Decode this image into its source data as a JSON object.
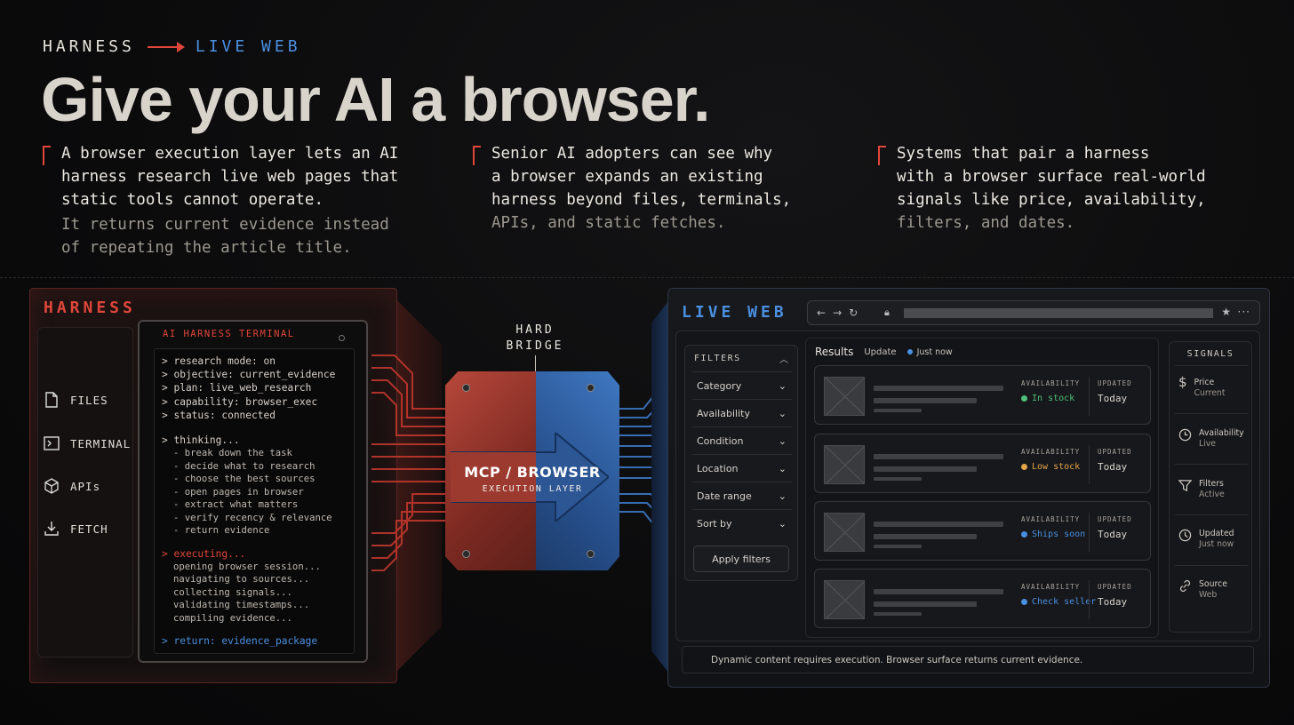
{
  "header": {
    "kicker_from": "HARNESS",
    "kicker_to": "LIVE WEB",
    "title": "Give your AI a browser."
  },
  "columns": [
    {
      "lines": [
        "A browser execution layer lets an AI",
        "harness research live web pages that",
        "static tools cannot operate."
      ],
      "muted": [
        "It returns current evidence instead",
        "of repeating the article title."
      ]
    },
    {
      "lines": [
        "Senior AI adopters can see why",
        "a browser expands an existing",
        "harness beyond files, terminals,"
      ],
      "muted": [
        "APIs, and static fetches."
      ]
    },
    {
      "lines": [
        "Systems that pair a harness",
        "with a browser surface real-world",
        "signals like price, availability,"
      ],
      "muted": [
        "filters, and dates."
      ]
    }
  ],
  "harness": {
    "title": "HARNESS",
    "sidebar": [
      {
        "label": "FILES",
        "icon": "file-icon"
      },
      {
        "label": "TERMINAL",
        "icon": "terminal-icon"
      },
      {
        "label": "APIs",
        "icon": "cube-icon"
      },
      {
        "label": "FETCH",
        "icon": "download-icon"
      }
    ],
    "terminal": {
      "title": "AI  HARNESS TERMINAL",
      "config": [
        "> research mode: on",
        "> objective: current_evidence",
        "> plan: live_web_research",
        "> capability: browser_exec",
        "> status: connected"
      ],
      "thinking": "> thinking...",
      "steps": [
        "- break down the task",
        "- decide what to research",
        "- choose the best sources",
        "- open pages in browser",
        "- extract what matters",
        "- verify recency & relevance",
        "- return evidence"
      ],
      "executing": "> executing...",
      "exec_steps": [
        "opening browser session...",
        "navigating to sources...",
        "collecting signals...",
        "validating timestamps...",
        "compiling evidence..."
      ],
      "return": "> return: evidence_package"
    }
  },
  "bridge": {
    "label_line1": "HARD",
    "label_line2": "BRIDGE",
    "main": "MCP / BROWSER",
    "sub": "EXECUTION LAYER"
  },
  "web": {
    "title": "LIVE WEB",
    "nav_icons": [
      "back-icon",
      "forward-icon",
      "reload-icon",
      "lock-icon",
      "star-icon",
      "more-icon"
    ],
    "filters": {
      "title": "FILTERS",
      "rows": [
        "Category",
        "Availability",
        "Condition",
        "Location",
        "Date range",
        "Sort by"
      ],
      "apply": "Apply filters"
    },
    "results": {
      "title": "Results",
      "update": "Update",
      "just_now": "Just now",
      "cards": [
        {
          "availability_label": "AVAILABILITY",
          "status": "In stock",
          "status_color": "#4fbf7a",
          "updated_label": "UPDATED",
          "updated": "Today"
        },
        {
          "availability_label": "AVAILABILITY",
          "status": "Low stock",
          "status_color": "#e3a44a",
          "updated_label": "UPDATED",
          "updated": "Today"
        },
        {
          "availability_label": "AVAILABILITY",
          "status": "Ships soon",
          "status_color": "#4a8fe0",
          "updated_label": "UPDATED",
          "updated": "Today"
        },
        {
          "availability_label": "AVAILABILITY",
          "status": "Check seller",
          "status_color": "#4a8fe0",
          "updated_label": "UPDATED",
          "updated": "Today"
        }
      ]
    },
    "signals": {
      "title": "SIGNALS",
      "items": [
        {
          "label": "Price",
          "value": "Current",
          "icon": "dollar-icon"
        },
        {
          "label": "Availability",
          "value": "Live",
          "icon": "clock-icon"
        },
        {
          "label": "Filters",
          "value": "Active",
          "icon": "funnel-icon"
        },
        {
          "label": "Updated",
          "value": "Just now",
          "icon": "history-icon"
        },
        {
          "label": "Source",
          "value": "Web",
          "icon": "link-icon"
        }
      ]
    },
    "footer": "Dynamic content requires execution. Browser surface returns current evidence."
  },
  "colors": {
    "accent_red": "#e0463a",
    "accent_blue": "#4a8fe0"
  }
}
